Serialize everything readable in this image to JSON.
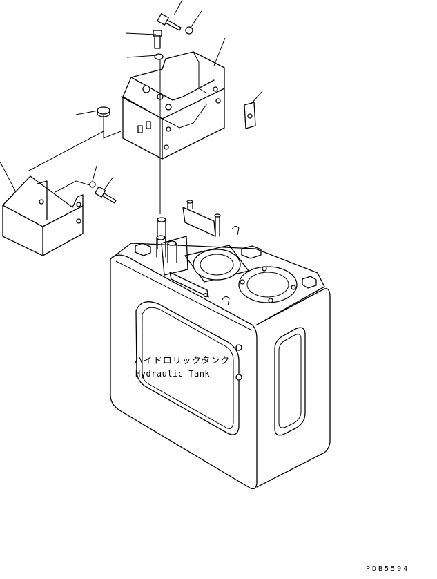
{
  "tank": {
    "name_jp": "ハイドロリックタンク",
    "name_en": "Hydraulic Tank"
  },
  "drawing_number": "PDB5594"
}
